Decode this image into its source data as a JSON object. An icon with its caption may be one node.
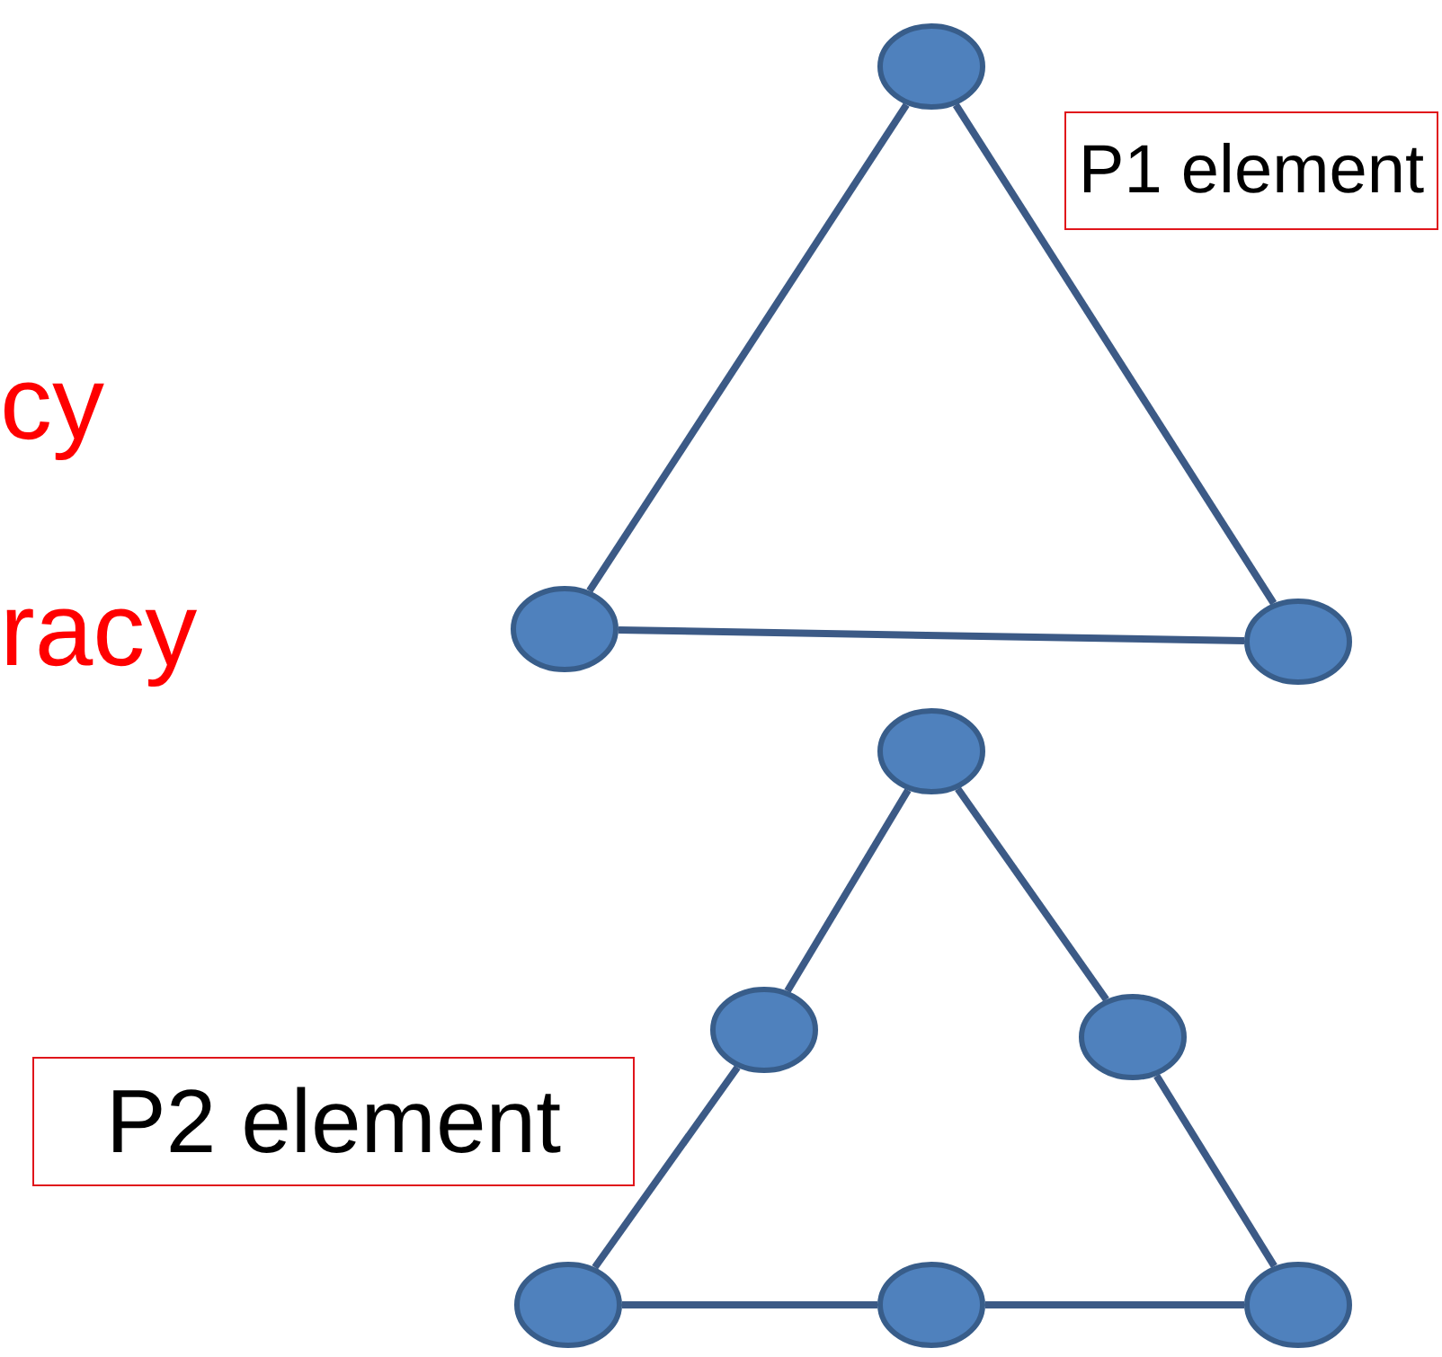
{
  "diagram": {
    "nodes": [
      {
        "text": [],
        "shape": "circle"
      },
      {
        "text": [
          "P1 element"
        ]
      },
      {
        "text": [],
        "shape": "circle"
      },
      {
        "text": [],
        "shape": "circle"
      },
      {
        "text": [],
        "shape": "circle"
      },
      {
        "text": [],
        "shape": "circle"
      },
      {
        "text": [],
        "shape": "circle"
      },
      {
        "text": [
          "P2 element"
        ]
      },
      {
        "text": [],
        "shape": "circle"
      },
      {
        "text": [],
        "shape": "circle"
      },
      {
        "text": [],
        "shape": "circle"
      }
    ],
    "edges": [
      {
        "from": 0,
        "to": 2,
        "arrow": "none"
      },
      {
        "from": 0,
        "to": 3,
        "arrow": "none"
      },
      {
        "from": 2,
        "to": 3,
        "arrow": "none"
      },
      {
        "from": 4,
        "to": 5,
        "arrow": "none"
      },
      {
        "from": 5,
        "to": 8,
        "arrow": "none"
      },
      {
        "from": 4,
        "to": 6,
        "arrow": "none"
      },
      {
        "from": 6,
        "to": 10,
        "arrow": "none"
      },
      {
        "from": 8,
        "to": 9,
        "arrow": "none"
      },
      {
        "from": 9,
        "to": 10,
        "arrow": "none"
      }
    ],
    "labels": [
      "cy",
      "racy"
    ]
  }
}
